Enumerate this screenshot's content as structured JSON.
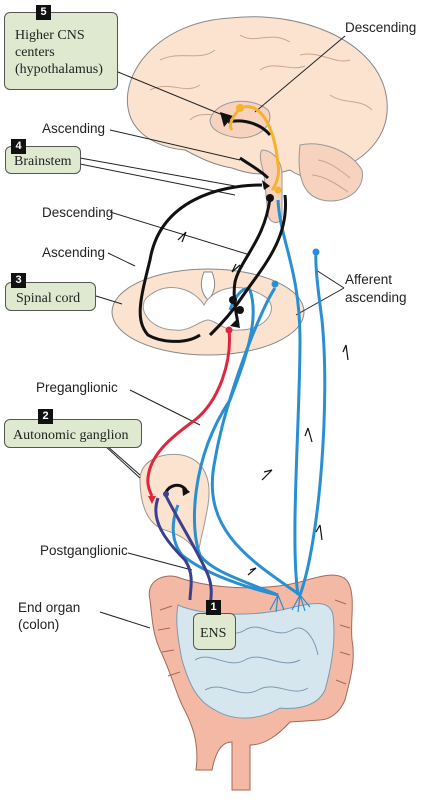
{
  "levels": [
    {
      "number": "5",
      "label": "Higher CNS centers (hypothalamus)",
      "lines": [
        "Higher CNS",
        "centers",
        "(hypothalamus)"
      ]
    },
    {
      "number": "4",
      "label": "Brainstem"
    },
    {
      "number": "3",
      "label": "Spinal cord"
    },
    {
      "number": "2",
      "label": "Autonomic ganglion"
    },
    {
      "number": "1",
      "label": "ENS"
    }
  ],
  "labels": {
    "descending_top": "Descending",
    "ascending_top": "Ascending",
    "descending_mid": "Descending",
    "ascending_mid": "Ascending",
    "afferent_line1": "Afferent",
    "afferent_line2": "ascending",
    "preganglionic": "Preganglionic",
    "postganglionic": "Postganglionic",
    "end_organ_line1": "End organ",
    "end_organ_line2": "(colon)"
  },
  "colors": {
    "descending_pathway": "#f4b32a",
    "central_pathway": "#111111",
    "afferent_pathway": "#2a8fd0",
    "preganglionic_fiber": "#e0263f",
    "postganglionic_fiber": "#3b3f8f",
    "tissue_fill": "#fbe3d0",
    "colon_fill": "#f3b9a5",
    "intestine_fill": "#d6e6ef",
    "label_box_fill": "#dfe9cf"
  }
}
